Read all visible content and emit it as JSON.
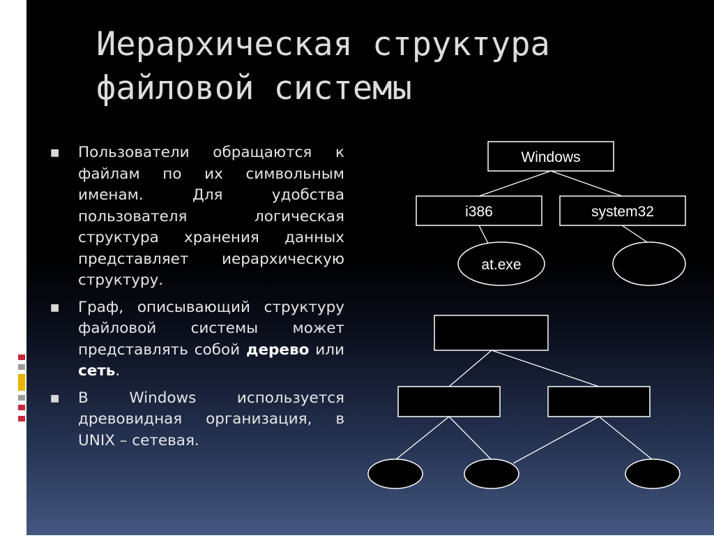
{
  "slide": {
    "title_lines": [
      "Иерархическая структура",
      "файловой системы"
    ],
    "bullets": [
      {
        "pre": "Пользователи обращаются к файлам по их символьным именам. Для удобства пользователя логическая структура хранения данных представляет иерархическую структуру.",
        "b1": "",
        "mid": "",
        "b2": "",
        "post": ""
      },
      {
        "pre": "Граф, описывающий структуру файловой системы может представлять собой ",
        "b1": "дерево",
        "mid": " или ",
        "b2": "сеть",
        "post": "."
      },
      {
        "pre": "В Windows используется древовидная организация, в UNIX – сетевая.",
        "b1": "",
        "mid": "",
        "b2": "",
        "post": ""
      }
    ],
    "bullet_marker": "■"
  },
  "diagram": {
    "tree": {
      "root": "Windows",
      "children": [
        {
          "label": "i386",
          "children": [
            "at.exe"
          ]
        },
        {
          "label": "system32",
          "children": [
            ""
          ]
        }
      ]
    },
    "network": {
      "nodes": [
        "",
        "",
        "",
        "",
        "",
        "",
        ""
      ]
    }
  },
  "colors": {
    "title": "#dcdcdc",
    "text": "#e6e6e6",
    "node_fill": "#000000",
    "node_stroke": "#ffffff",
    "deco_red": "#c8283c",
    "deco_yellow": "#e8b400",
    "deco_gray": "#9a9a9a"
  }
}
